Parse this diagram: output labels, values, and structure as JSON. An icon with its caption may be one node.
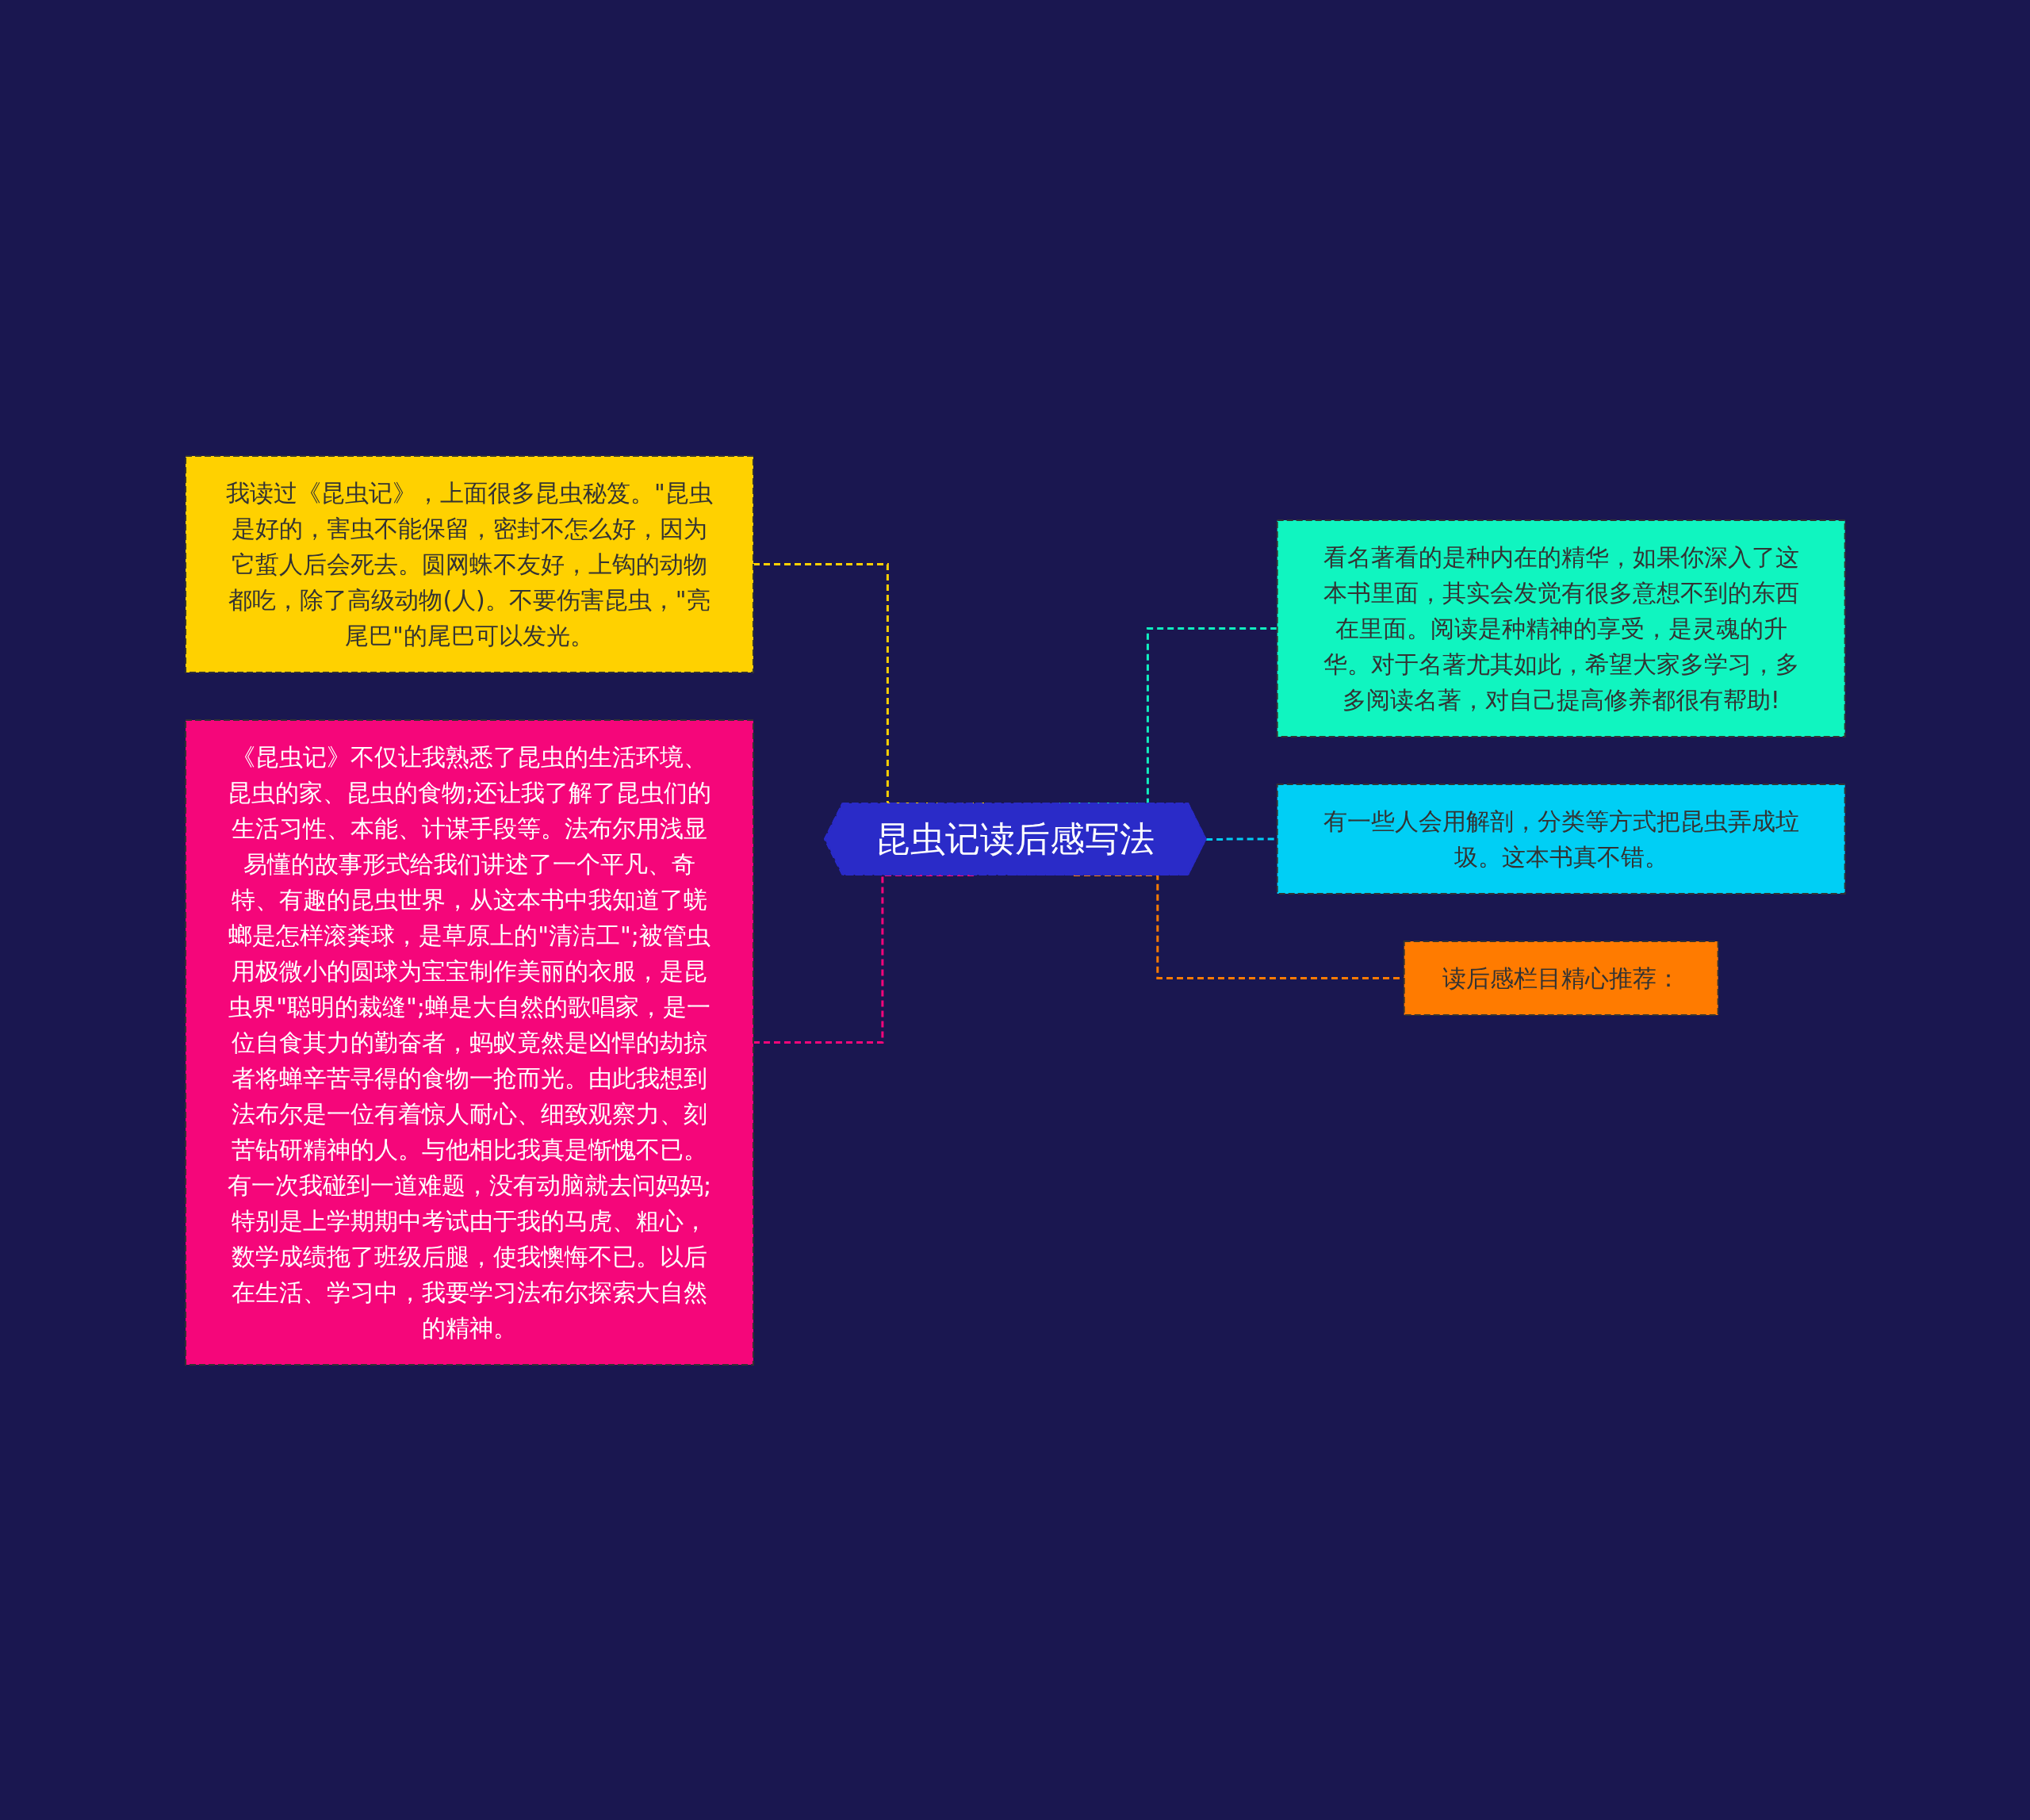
{
  "diagram": {
    "nodes": [
      {
        "text": [
          "昆虫记读后感写法"
        ]
      },
      {
        "text": [
          "我读过《昆虫记》，上面很多昆虫秘笈。\"昆虫是好的，害虫不能保留，密封不怎么好，因为它蜇人后会死去。圆网蛛不友好，上钩的动物都吃，除了高级动物(人)。不要伤害昆虫，\"亮尾巴\"的尾巴可以发光。"
        ]
      },
      {
        "text": [
          "《昆虫记》不仅让我熟悉了昆虫的生活环境、昆虫的家、昆虫的食物;还让我了解了昆虫们的生活习性、本能、计谋手段等。法布尔用浅显易懂的故事形式给我们讲述了一个平凡、奇特、有趣的昆虫世界，从这本书中我知道了蜣螂是怎样滚粪球，是草原上的\"清洁工\";被管虫用极微小的圆球为宝宝制作美丽的衣服，是昆虫界\"聪明的裁缝\";蝉是大自然的歌唱家，是一位自食其力的勤奋者，蚂蚁竟然是凶悍的劫掠者将蝉辛苦寻得的食物一抢而光。由此我想到法布尔是一位有着惊人耐心、细致观察力、刻苦钻研精神的人。与他相比我真是惭愧不已。有一次我碰到一道难题，没有动脑就去问妈妈;特别是上学期期中考试由于我的马虎、粗心，数学成绩拖了班级后腿，使我懊悔不已。以后在生活、学习中，我要学习法布尔探索大自然的精神。"
        ]
      },
      {
        "text": [
          "看名著看的是种内在的精华，如果你深入了这本书里面，其实会发觉有很多意想不到的东西在里面。阅读是种精神的享受，是灵魂的升华。对于名著尤其如此，希望大家多学习，多多阅读名著，对自己提高修养都很有帮助!"
        ]
      },
      {
        "text": [
          "有一些人会用解剖，分类等方式把昆虫弄成垃圾。这本书真不错。"
        ]
      },
      {
        "text": [
          "读后感栏目精心推荐："
        ]
      }
    ],
    "edges": [
      {
        "from": 0,
        "to": 1,
        "arrow": "none",
        "style": "dashed",
        "color": "#ffd000"
      },
      {
        "from": 0,
        "to": 2,
        "arrow": "none",
        "style": "dashed",
        "color": "#f5067a"
      },
      {
        "from": 0,
        "to": 3,
        "arrow": "none",
        "style": "dashed",
        "color": "#10f0c0"
      },
      {
        "from": 0,
        "to": 4,
        "arrow": "none",
        "style": "dashed",
        "color": "#00cff5"
      },
      {
        "from": 0,
        "to": 5,
        "arrow": "none",
        "style": "dashed",
        "color": "#ff7b00"
      }
    ]
  }
}
